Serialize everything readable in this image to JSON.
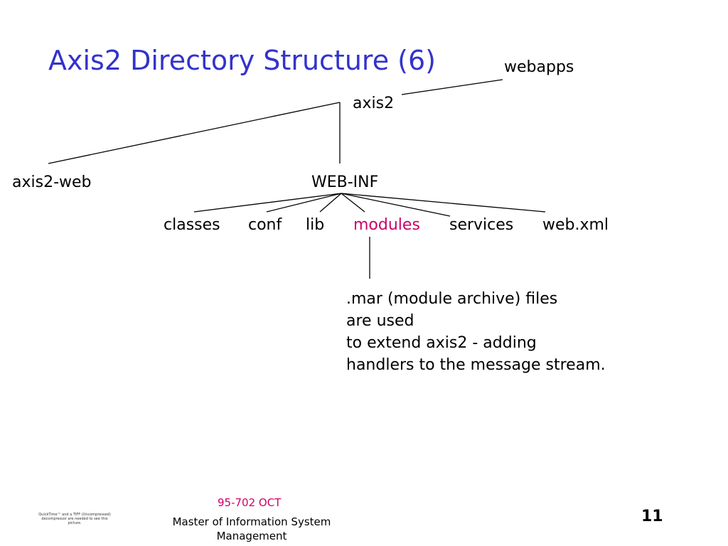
{
  "slide": {
    "title": "Axis2 Directory Structure (6)",
    "page_number": "11"
  },
  "tree": {
    "webapps": "webapps",
    "axis2": "axis2",
    "axis2_web": "axis2-web",
    "web_inf": "WEB-INF",
    "children": [
      "classes",
      "conf",
      "lib",
      "modules",
      "services",
      "web.xml"
    ]
  },
  "note": {
    "lines": [
      ".mar (module archive) files",
      "are used",
      "to extend axis2 - adding",
      "handlers to the message stream."
    ]
  },
  "footer": {
    "course": "95-702 OCT",
    "program": "Master of Information System Management"
  },
  "placeholder_image": {
    "text": "QuickTime™ and a TIFF (Uncompressed) decompressor are needed to see this picture."
  },
  "colors": {
    "title": "#3333cc",
    "highlight": "#cc0066",
    "text": "#000000"
  }
}
